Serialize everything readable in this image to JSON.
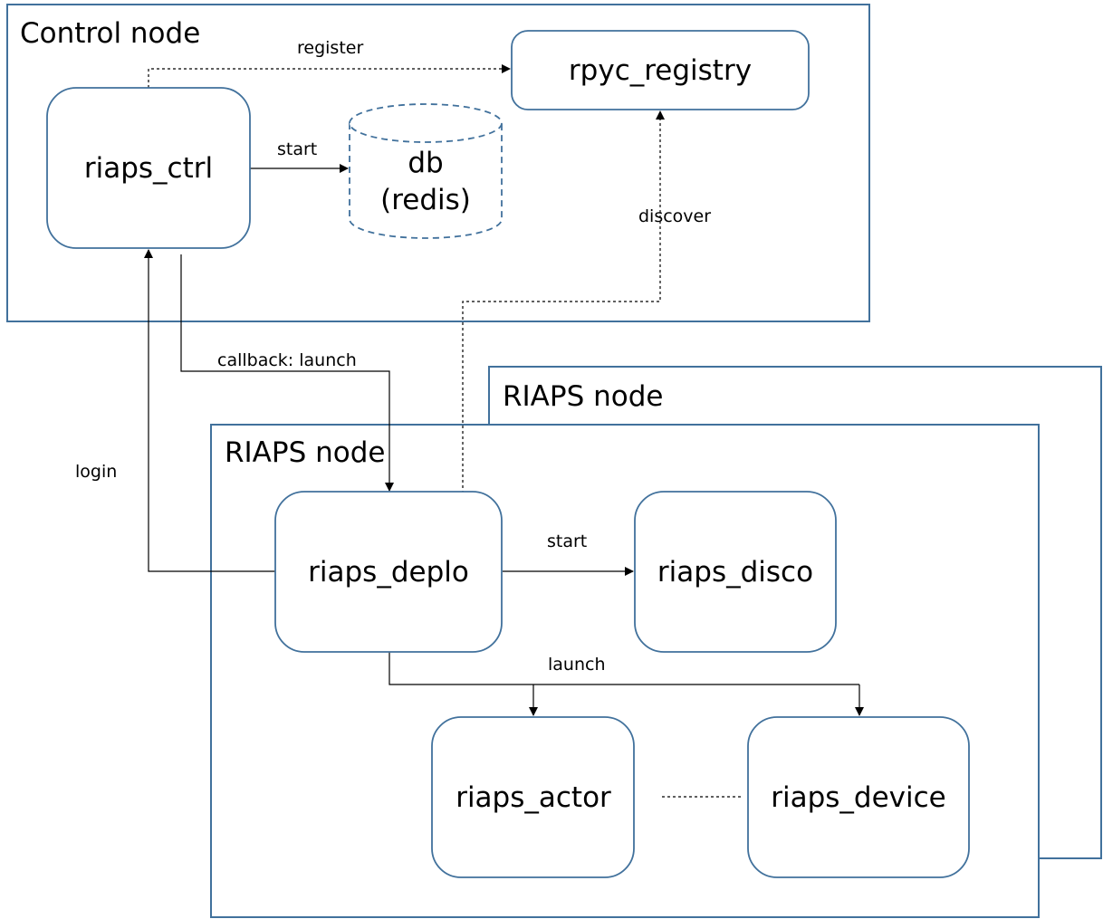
{
  "colors": {
    "box_stroke": "#41719c",
    "arrow": "#000000",
    "background": "#ffffff"
  },
  "groups": {
    "control_node": {
      "title": "Control node"
    },
    "riaps_node_back": {
      "title": "RIAPS node"
    },
    "riaps_node_front": {
      "title": "RIAPS node"
    }
  },
  "nodes": {
    "riaps_ctrl": "riaps_ctrl",
    "rpyc_registry": "rpyc_registry",
    "db_line1": "db",
    "db_line2": "(redis)",
    "riaps_deplo": "riaps_deplo",
    "riaps_disco": "riaps_disco",
    "riaps_actor": "riaps_actor",
    "riaps_device": "riaps_device"
  },
  "edges": {
    "register": "register",
    "start_db": "start",
    "discover": "discover",
    "callback_launch": "callback: launch",
    "login": "login",
    "start_disco": "start",
    "launch": "launch"
  }
}
